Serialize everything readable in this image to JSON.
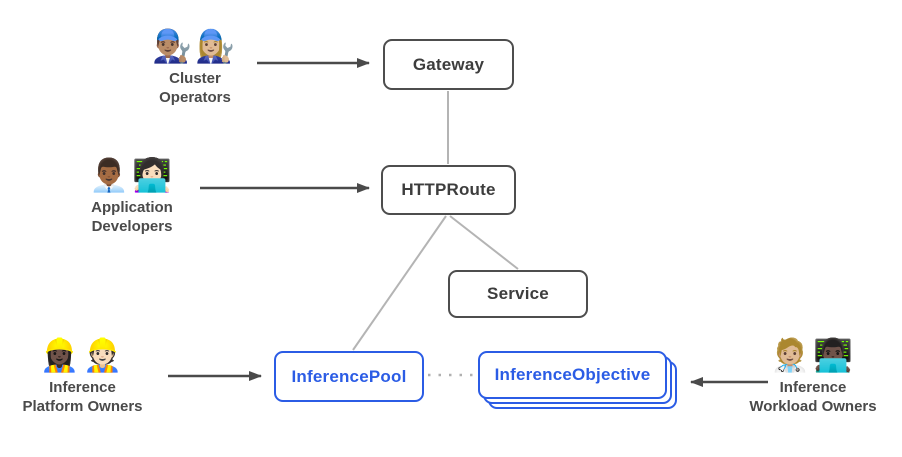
{
  "boxes": {
    "gateway": {
      "label": "Gateway"
    },
    "httproute": {
      "label": "HTTPRoute"
    },
    "service": {
      "label": "Service"
    },
    "inference_pool": {
      "label": "InferencePool"
    },
    "inference_objective": {
      "label": "InferenceObjective"
    }
  },
  "actors": {
    "cluster_operators": {
      "emojis": "👨🏽‍🔧👩🏼‍🔧",
      "line1": "Cluster",
      "line2": "Operators"
    },
    "application_developers": {
      "emojis": "👨🏾‍💼👩🏻‍💻",
      "line1": "Application",
      "line2": "Developers"
    },
    "inference_platform_owners": {
      "emojis": "👷🏿‍♀️👷🏻",
      "line1": "Inference",
      "line2": "Platform Owners"
    },
    "inference_workload_owners": {
      "emojis": "🧑🏼‍⚕️👨🏿‍💻",
      "line1": "Inference",
      "line2": "Workload Owners"
    }
  },
  "colors": {
    "box_border_dark": "#4d4d4d",
    "box_text_dark": "#3d3d3d",
    "accent_blue": "#2b5ce5",
    "connector_gray": "#b4b4b4",
    "dotted_gray": "#b0b0b0",
    "arrow_dark": "#4a4a4a",
    "actor_label_text": "#4a4a4a",
    "background": "#ffffff"
  }
}
